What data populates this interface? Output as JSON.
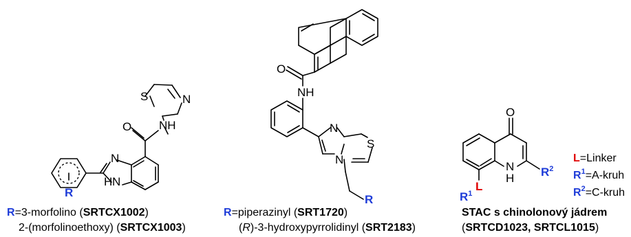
{
  "colors": {
    "r_group": "#1e3cd8",
    "linker": "#e00000",
    "bond": "#000000"
  },
  "structure1": {
    "atoms": {
      "S": "S",
      "N_thiazole": "N",
      "O": "O",
      "NH_amide": "NH",
      "N_imidazole": "N",
      "NH_imidazole": "N",
      "H_imidazole": "H",
      "R": "R"
    },
    "caption": {
      "line1_prefix": "R",
      "line1_text": "=3-morfolino (",
      "line1_code": "SRTCX1002",
      "line1_close": ")",
      "line2_text": "2-(morfolinoethoxy) (",
      "line2_code": "SRTCX1003",
      "line2_close": ")"
    }
  },
  "structure2": {
    "atoms": {
      "O": "O",
      "NH": "NH",
      "N": "N",
      "S": "S",
      "N_bridge": "N",
      "R": "R"
    },
    "caption": {
      "line1_prefix": "R",
      "line1_text": "=piperazinyl (",
      "line1_code": "SRT1720",
      "line1_close": ")",
      "line2_open": "(",
      "line2_italic": "R",
      "line2_text": ")-3-hydroxypyrrolidinyl (",
      "line2_code": "SRT2183",
      "line2_close": ")"
    }
  },
  "structure3": {
    "atoms": {
      "O": "O",
      "N": "N",
      "H": "H",
      "R1": "R",
      "R1_sup": "1",
      "L": "L",
      "R2": "R",
      "R2_sup": "2"
    },
    "legend": [
      {
        "symbol": "L",
        "symbol_sup": "",
        "text": "=Linker",
        "color": "#e00000"
      },
      {
        "symbol": "R",
        "symbol_sup": "1",
        "text": "=A-kruh",
        "color": "#1e3cd8"
      },
      {
        "symbol": "R",
        "symbol_sup": "2",
        "text": "=C-kruh",
        "color": "#1e3cd8"
      }
    ],
    "caption": {
      "line1": "STAC s chinolonový jádrem",
      "line2_open": "(",
      "line2_codes": "SRTCD1023, SRTCL1015",
      "line2_close": ")"
    }
  }
}
